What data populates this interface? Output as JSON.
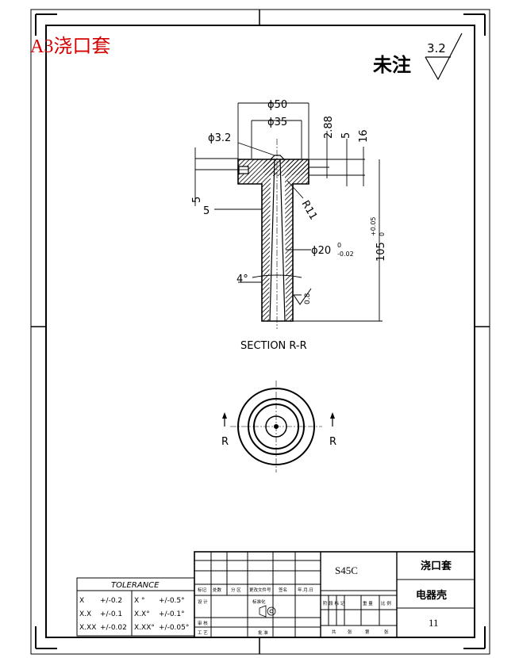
{
  "sheet": {
    "size_label": "A3浇口套",
    "surface_note": "未注",
    "surface_roughness": "3.2"
  },
  "section": {
    "caption": "SECTION R-R",
    "dims": {
      "d50": "ϕ50",
      "d35": "ϕ35",
      "d3_2": "ϕ3.2",
      "v2_88": "2.88",
      "v5": "5",
      "v16": "16",
      "left5": "5",
      "left5b": "5",
      "r11": "R11",
      "d20": "ϕ20",
      "d20_tol_top": "0",
      "d20_tol_bot": "-0.02",
      "len105": "105",
      "len105_tol_top": "+0.05",
      "len105_tol_bot": "0",
      "angle4": "4°",
      "inner_rough": "0.8"
    }
  },
  "top_view": {
    "cut_left": "R",
    "cut_right": "R"
  },
  "tolerance": {
    "title": "TOLERANCE",
    "rows": [
      {
        "a": "X",
        "b": "+/-0.2",
        "c": "X °",
        "d": "+/-0.5°"
      },
      {
        "a": "X.X",
        "b": "+/-0.1",
        "c": "X.X°",
        "d": "+/-0.1°"
      },
      {
        "a": "X.XX",
        "b": "+/-0.02",
        "c": "X.XX°",
        "d": "+/-0.05°"
      }
    ]
  },
  "title_block": {
    "material": "S45C",
    "part_name": "浇口套",
    "product": "电器壳",
    "quantity": "11",
    "row_labels": [
      "标记",
      "处数",
      "分 区",
      "更改文件号",
      "签名",
      "年.月.日"
    ],
    "left_labels": [
      "设 计",
      "审 核",
      "工 艺"
    ],
    "std_label": "标准化",
    "approve_label": "批 准",
    "stage_labels": [
      "阶 段 标 记",
      "重 量",
      "比 例"
    ],
    "sheet_labels": [
      "共",
      "张",
      "第",
      "张"
    ]
  }
}
